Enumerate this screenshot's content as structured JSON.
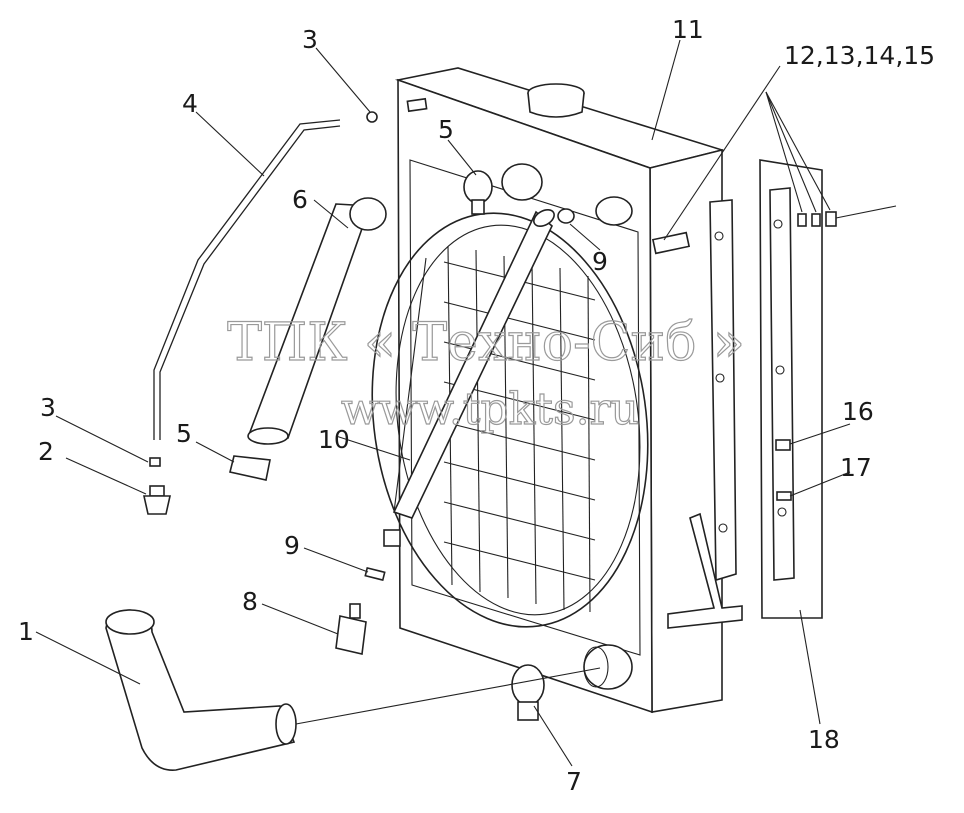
{
  "watermark": {
    "line1": "ТПК « Техно-Сиб »",
    "line2": "www.tpkts.ru"
  },
  "callouts": {
    "c1": "1",
    "c2": "2",
    "c3a": "3",
    "c3b": "3",
    "c4": "4",
    "c5a": "5",
    "c5b": "5",
    "c6": "6",
    "c7": "7",
    "c8": "8",
    "c9a": "9",
    "c9b": "9",
    "c10": "10",
    "c11": "11",
    "c12": "12,13,14,15",
    "c16": "16",
    "c17": "17",
    "c18": "18"
  }
}
